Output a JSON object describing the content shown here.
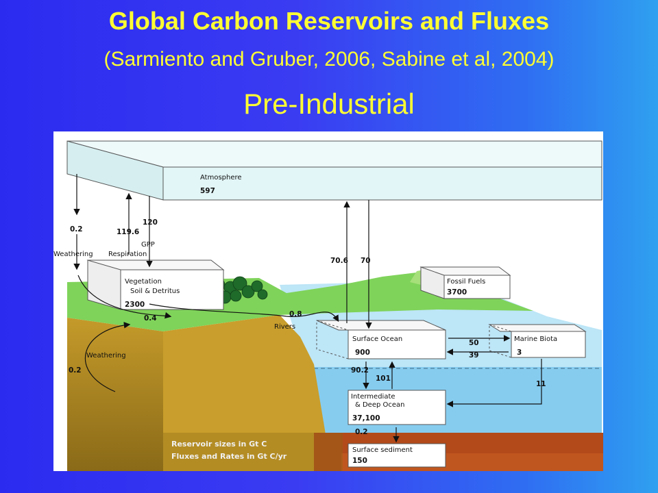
{
  "header": {
    "title": "Global Carbon Reservoirs and Fluxes",
    "citation": "(Sarmiento and Gruber, 2006, Sabine et al, 2004)",
    "subtitle": "Pre-Industrial"
  },
  "reservoirs": {
    "atmosphere": {
      "name": "Atmosphere",
      "value": "597"
    },
    "vegetation": {
      "name": "Vegetation",
      "name2": "Soil & Detritus",
      "value": "2300"
    },
    "fossil": {
      "name": "Fossil Fuels",
      "value": "3700"
    },
    "surface_ocean": {
      "name": "Surface Ocean",
      "value": "900"
    },
    "marine_biota": {
      "name": "Marine Biota",
      "value": "3"
    },
    "deep_ocean": {
      "name": "Intermediate",
      "name2": "& Deep Ocean",
      "value": "37,100"
    },
    "sediment": {
      "name": "Surface sediment",
      "value": "150"
    }
  },
  "fluxes": {
    "weathering_atm": "0.2",
    "respiration": "119.6",
    "gpp": "120",
    "gpp_label": "GPP",
    "weathering_label": "Weathering",
    "respiration_label": "Respiration",
    "ocean_down": "70",
    "ocean_up": "70.6",
    "veg_to_river": "0.4",
    "rivers": "0.8",
    "rivers_label": "Rivers",
    "weathering2_label": "Weathering",
    "weathering2": "0.2",
    "to_biota": "50",
    "from_biota": "39",
    "down_deep": "90.2",
    "up_deep": "101",
    "biota_to_deep": "11",
    "to_sediment": "0.2"
  },
  "legend": {
    "line1": "Reservoir sizes in Gt C",
    "line2": "Fluxes and Rates in Gt C/yr"
  },
  "colors": {
    "title_yellow": "#ffff33",
    "atmosphere": "#dff3f5",
    "ocean": "#b8e4f8",
    "deep_ocean": "#79c3ee",
    "land": "#b08a1f",
    "sediment": "#b24a1a",
    "vegetation_green": "#7fd35a"
  }
}
